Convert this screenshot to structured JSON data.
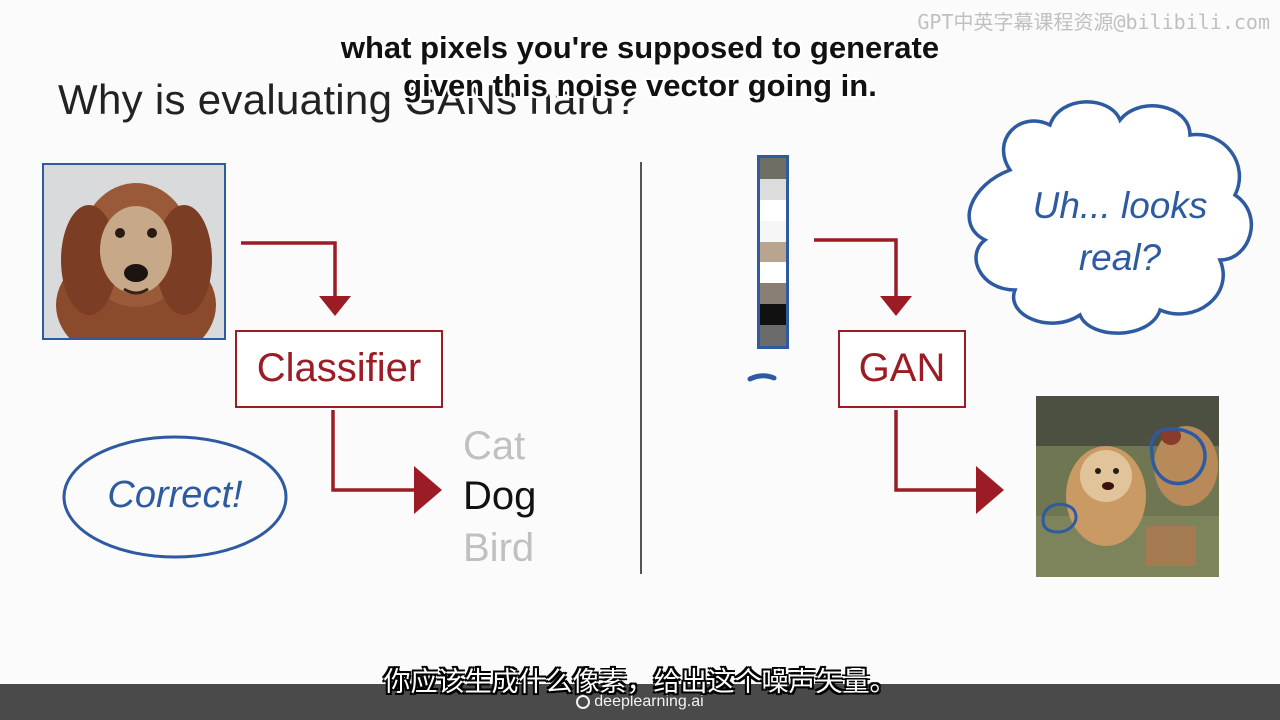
{
  "slide": {
    "title": "Why is evaluating GANs hard?"
  },
  "watermark": "GPT中英字幕课程资源@bilibili.com",
  "left_panel": {
    "classifier_label": "Classifier",
    "class_labels": [
      "Cat",
      "Dog",
      "Bird"
    ],
    "selected_label": "Dog",
    "verdict": "Correct!"
  },
  "right_panel": {
    "gan_label": "GAN",
    "thought_bubble": [
      "Uh... looks",
      "real?"
    ],
    "noise_vector_colors": [
      "#6e6e63",
      "#dcdcdc",
      "#ffffff",
      "#f6f6f6",
      "#b9a58f",
      "#ffffff",
      "#8a7f75",
      "#111111",
      "#6b6b6b"
    ]
  },
  "subtitles": {
    "english_line1": "what pixels you're supposed to generate",
    "english_line2": "given this noise vector going in.",
    "chinese": "你应该生成什么像素，给出这个噪声矢量。"
  },
  "footer": {
    "brand": "deeplearning.ai"
  },
  "colors": {
    "accent_red": "#9b1c24",
    "annotation_blue": "#2d5aa0",
    "muted_label": "#c0c0c0"
  }
}
